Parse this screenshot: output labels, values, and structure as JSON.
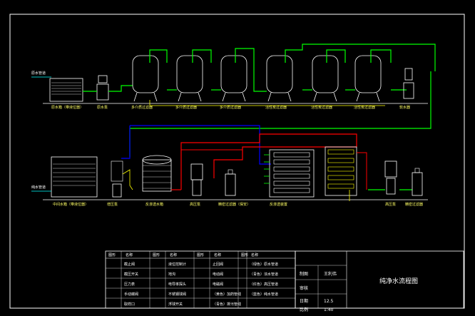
{
  "tanks_top": {
    "raw_tank": "原水箱（带液位器）",
    "raw_pump": "原水泵",
    "filters": [
      "多介质过滤器",
      "多介质过滤器",
      "多介质过滤器",
      "活性炭过滤器",
      "活性炭过滤器",
      "活性炭过滤器"
    ],
    "softener": "软水器",
    "inlet_label": "原水管道"
  },
  "lower": {
    "mid_tank": "中间水箱（带液位器）",
    "inlet_label": "纯水管道",
    "mid_pump": "增压泵",
    "pure_tank": "反渗透水箱",
    "hp_pump": "高压泵",
    "precision_filter": "精密过滤器（保安）",
    "ro": "反渗透装置",
    "hp_pump2": "高压泵",
    "precision_filter2": "精密过滤器"
  },
  "legend": {
    "headers": [
      "图形",
      "名称",
      "图形",
      "名称",
      "图形",
      "名称",
      "图形",
      "名称"
    ],
    "rows": [
      [
        "截止阀",
        "液位控制计",
        "止回阀",
        "（绿色）原水管道"
      ],
      [
        "截压开关",
        "地沟",
        "电动阀",
        "（青色）浓水管道"
      ],
      [
        "压力表",
        "电导率探头",
        "电磁阀",
        "（红色）高压管道"
      ],
      [
        "手动蝶阀",
        "不锈钢球阀",
        "（黄色）加药管线",
        "（蓝色）纯水管道"
      ],
      [
        "取样口",
        "浮球开关",
        "（青色）排污管线",
        ""
      ]
    ]
  },
  "title_block": {
    "title": "纯净水流程图",
    "drawn_label": "制图",
    "drawn_value": "王利伟",
    "check_label": "审核",
    "check_value": "",
    "date_label": "日期",
    "date_value": "12.5",
    "scale_label": "比例",
    "scale_value": "1:40"
  },
  "colors": {
    "raw": "#00ff00",
    "blue": "#0000ff",
    "red": "#ff0000",
    "yellow": "#ffff00",
    "cyan": "#00ffff",
    "white": "#ffffff"
  }
}
